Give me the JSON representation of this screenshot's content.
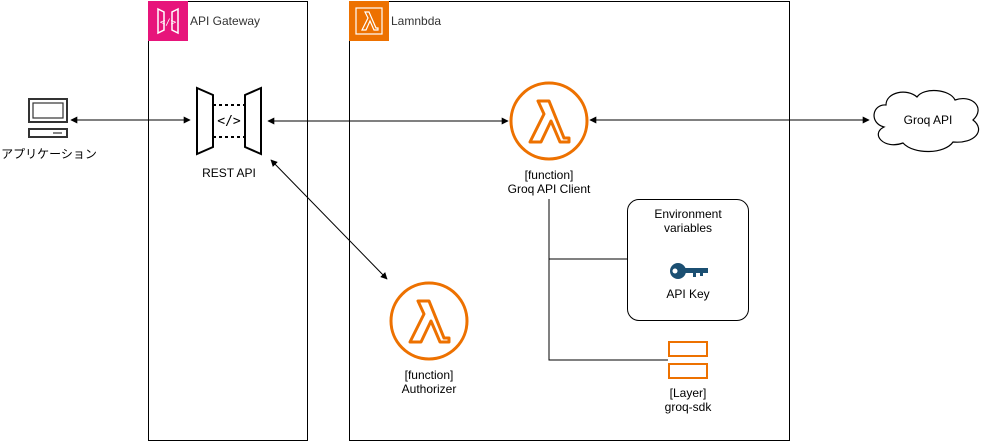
{
  "client": {
    "label": "アプリケーション",
    "icon": "computer-icon"
  },
  "api_gateway": {
    "title": "API Gateway",
    "icon": "api-gateway-icon",
    "rest_api_label": "REST API",
    "color": "#E7157B"
  },
  "lambda": {
    "title": "Lamnbda",
    "icon": "lambda-icon",
    "color": "#ED7100",
    "client_function": {
      "line1": "[function]",
      "line2": "Groq API Client"
    },
    "authorizer_function": {
      "line1": "[function]",
      "line2": "Authorizer"
    },
    "env": {
      "title_line1": "Environment",
      "title_line2": "variables",
      "key_label": "API Key",
      "key_icon": "key-icon",
      "key_color": "#1B4F72"
    },
    "layer": {
      "line1": "[Layer]",
      "line2": "groq-sdk",
      "icon": "layer-icon"
    }
  },
  "external": {
    "label": "Groq API",
    "icon": "cloud-icon"
  }
}
